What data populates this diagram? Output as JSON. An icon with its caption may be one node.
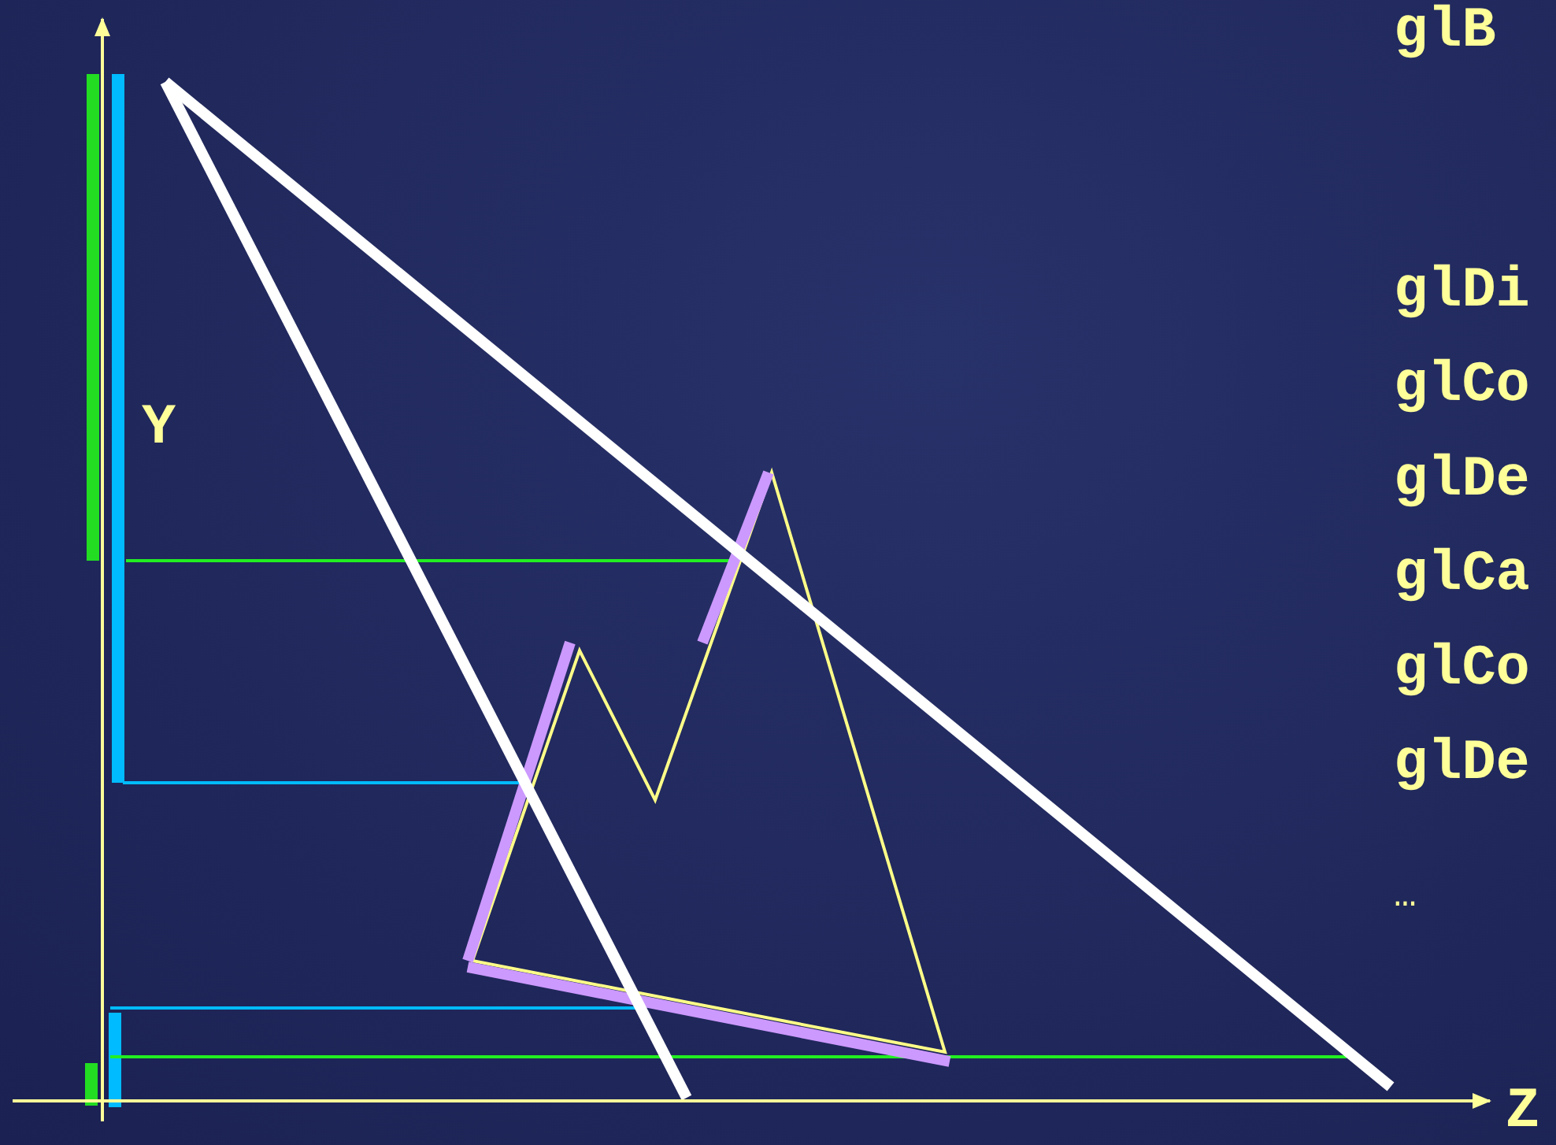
{
  "diagram": {
    "labels": [
      "glB",
      "glDi",
      "glCo",
      "glDe",
      "glCa",
      "glCo",
      "glDe",
      "…",
      "Y",
      "Z"
    ]
  }
}
